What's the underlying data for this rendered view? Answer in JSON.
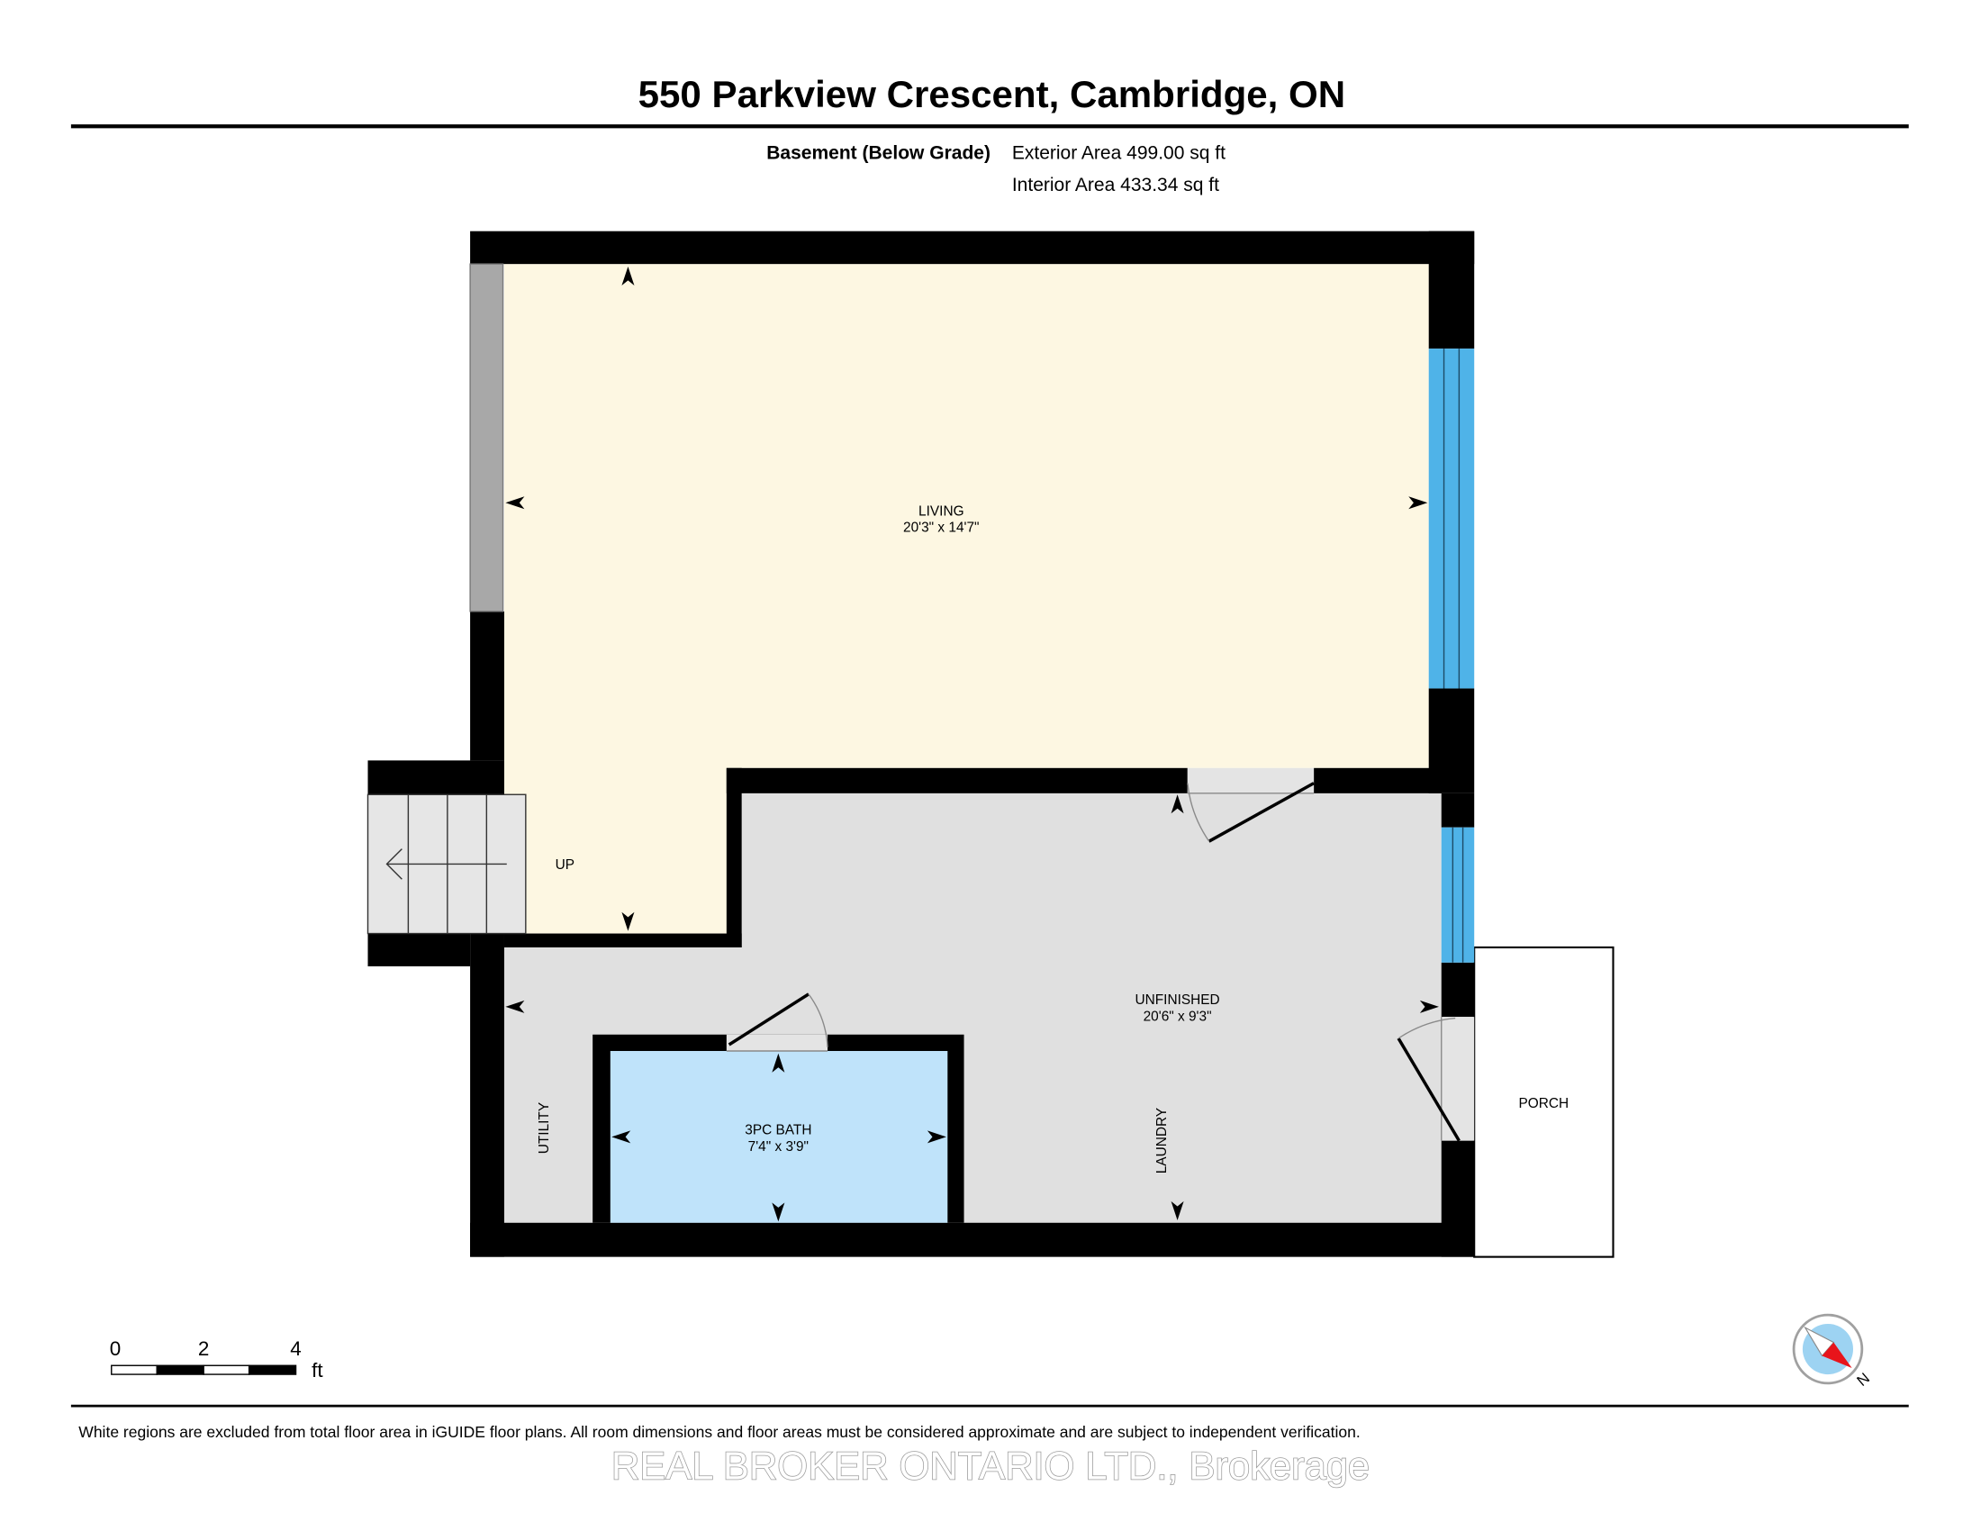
{
  "title": "550 Parkview Crescent, Cambridge, ON",
  "floor": {
    "name": "Basement (Below Grade)",
    "exterior_area": "Exterior Area 499.00 sq ft",
    "interior_area": "Interior Area 433.34 sq ft"
  },
  "rooms": {
    "living": {
      "name": "LIVING",
      "dims": "20'3\" x 14'7\""
    },
    "unfinished": {
      "name": "UNFINISHED",
      "dims": "20'6\" x 9'3\""
    },
    "bath": {
      "name": "3PC BATH",
      "dims": "7'4\" x 3'9\""
    }
  },
  "labels": {
    "utility": "UTILITY",
    "laundry": "LAUNDRY",
    "porch": "PORCH",
    "stairs": "UP"
  },
  "scale": {
    "ticks": [
      "0",
      "2",
      "4"
    ],
    "unit": "ft"
  },
  "compass": {
    "label": "N",
    "icon": "compass-icon"
  },
  "footer": "White regions are excluded from total floor area in iGUIDE floor plans. All room dimensions and floor areas must be considered approximate and are subject to independent verification.",
  "watermark": "REAL BROKER ONTARIO LTD., Brokerage",
  "colors": {
    "living": "#fdf7e2",
    "unfinished": "#e0e0e0",
    "utility": "#e0e0e0",
    "bath": "#bfe3fa",
    "window_blue": "#4fb3e8",
    "window_gray": "#a8a8a8",
    "stairs": "#e6e6e6",
    "compass_face": "#9dd3f2",
    "compass_needle": "#e8141b"
  }
}
